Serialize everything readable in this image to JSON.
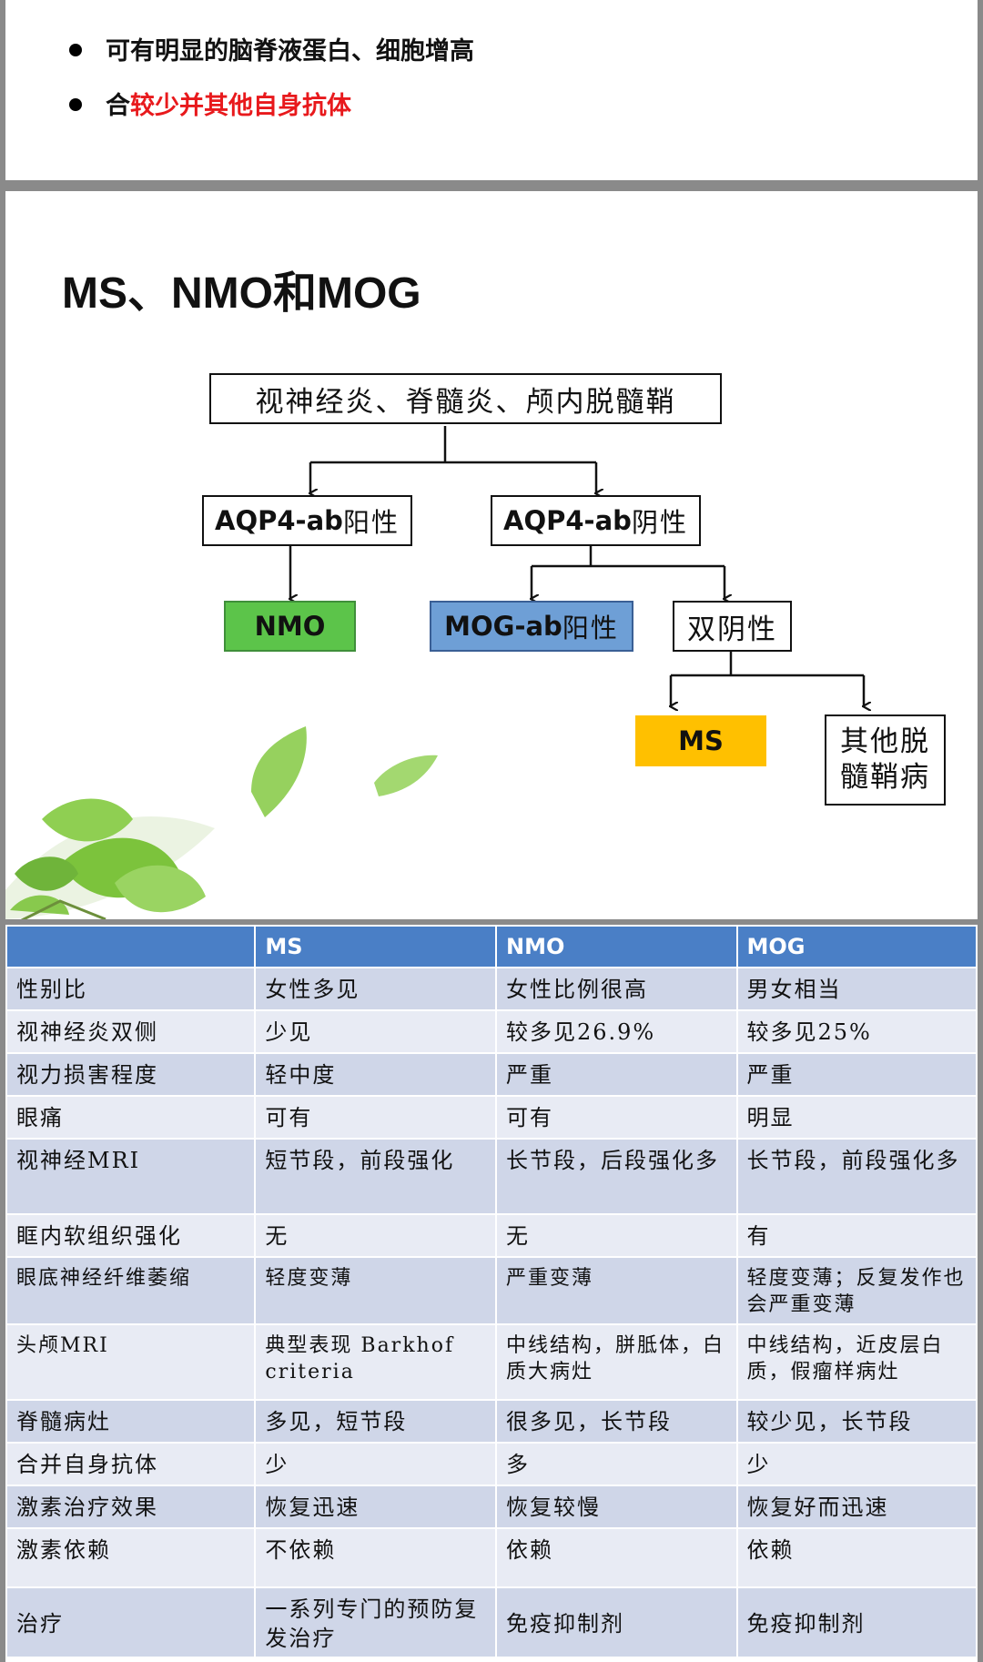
{
  "slide1": {
    "bullets": [
      {
        "text": "可有明显的脑脊液蛋白、细胞增高"
      },
      {
        "prefix": "合",
        "highlight": "较少并其他自身抗体"
      }
    ]
  },
  "slide2": {
    "title": "MS、NMO和MOG",
    "flow": {
      "root": "视神经炎、脊髓炎、颅内脱髓鞘",
      "aqp4_pos_latin": "AQP4-ab",
      "aqp4_pos_cn": "阳性",
      "aqp4_neg_latin": "AQP4-ab",
      "aqp4_neg_cn": "阴性",
      "nmo": "NMO",
      "mog_latin": "MOG-ab",
      "mog_cn": "阳性",
      "double_neg": "双阴性",
      "ms": "MS",
      "other_line1": "其他脱",
      "other_line2": "髓鞘病"
    },
    "colors": {
      "nmo": "#5cc44a",
      "mog": "#6e9fd6",
      "ms": "#ffc000"
    }
  },
  "table": {
    "headers": [
      "",
      "MS",
      "NMO",
      "MOG"
    ],
    "rows": [
      [
        "性别比",
        "女性多见",
        "女性比例很高",
        "男女相当"
      ],
      [
        "视神经炎双侧",
        "少见",
        "较多见26.9%",
        "较多见25%"
      ],
      [
        "视力损害程度",
        "轻中度",
        "严重",
        "严重"
      ],
      [
        "眼痛",
        "可有",
        "可有",
        "明显"
      ],
      [
        "视神经MRI",
        "短节段，前段强化",
        "长节段，后段强化多",
        "长节段，前段强化多"
      ],
      [
        "眶内软组织强化",
        "无",
        "无",
        "有"
      ],
      [
        "眼底神经纤维萎缩",
        "轻度变薄",
        "严重变薄",
        "轻度变薄；反复发作也会严重变薄"
      ],
      [
        "头颅MRI",
        "典型表现 Barkhof criteria",
        "中线结构，胼胝体，白质大病灶",
        "中线结构，近皮层白质，假瘤样病灶"
      ],
      [
        "脊髓病灶",
        "多见，短节段",
        "很多见，长节段",
        "较少见，长节段"
      ],
      [
        "合并自身抗体",
        "少",
        "多",
        "少"
      ],
      [
        "激素治疗效果",
        "恢复迅速",
        "恢复较慢",
        "恢复好而迅速"
      ],
      [
        "激素依赖",
        "不依赖",
        "依赖",
        "依赖"
      ],
      [
        "治疗",
        "一系列专门的预防复发治疗",
        "免疫抑制剂",
        "免疫抑制剂"
      ]
    ]
  }
}
